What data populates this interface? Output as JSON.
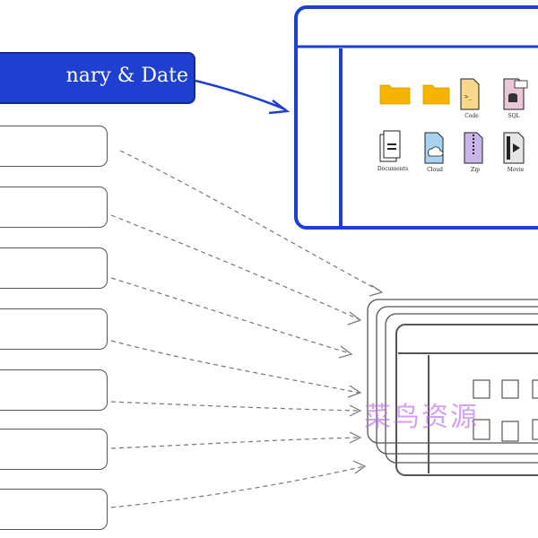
{
  "diagram": {
    "title_box_text": "nary & Date",
    "colors": {
      "accent": "#1e3fd0",
      "stroke": "#555555",
      "folder": "#f5b400",
      "arrow": "#777777"
    },
    "file_icons": [
      {
        "name": "folder-icon",
        "label": ""
      },
      {
        "name": "folder-icon",
        "label": ""
      },
      {
        "name": "code-file-icon",
        "label": "Code"
      },
      {
        "name": "sql-file-icon",
        "label": "SQL"
      },
      {
        "name": "documents-file-icon",
        "label": "Documents"
      },
      {
        "name": "cloud-file-icon",
        "label": "Cloud"
      },
      {
        "name": "zip-file-icon",
        "label": "Zip"
      },
      {
        "name": "movie-file-icon",
        "label": "Movie"
      }
    ],
    "watermark": "菜鸟资源"
  }
}
